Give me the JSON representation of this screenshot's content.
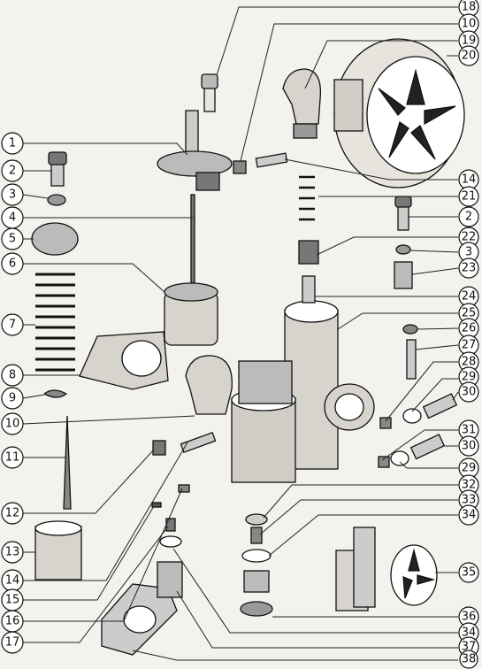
{
  "diagram": {
    "callouts": [
      {
        "id": "c18-top",
        "text": "18"
      },
      {
        "id": "c10-top",
        "text": "10"
      },
      {
        "id": "c19",
        "text": "19"
      },
      {
        "id": "c20",
        "text": "20"
      },
      {
        "id": "c1",
        "text": "1"
      },
      {
        "id": "c2-left",
        "text": "2"
      },
      {
        "id": "c3-left",
        "text": "3"
      },
      {
        "id": "c4",
        "text": "4"
      },
      {
        "id": "c5",
        "text": "5"
      },
      {
        "id": "c6",
        "text": "6"
      },
      {
        "id": "c7",
        "text": "7"
      },
      {
        "id": "c8",
        "text": "8"
      },
      {
        "id": "c9",
        "text": "9"
      },
      {
        "id": "c10-left",
        "text": "10"
      },
      {
        "id": "c11",
        "text": "11"
      },
      {
        "id": "c12",
        "text": "12"
      },
      {
        "id": "c13",
        "text": "13"
      },
      {
        "id": "c14-left",
        "text": "14"
      },
      {
        "id": "c15",
        "text": "15"
      },
      {
        "id": "c16",
        "text": "16"
      },
      {
        "id": "c17",
        "text": "17"
      },
      {
        "id": "c14-right",
        "text": "14"
      },
      {
        "id": "c21",
        "text": "21"
      },
      {
        "id": "c2-right",
        "text": "2"
      },
      {
        "id": "c22",
        "text": "22"
      },
      {
        "id": "c3-right",
        "text": "3"
      },
      {
        "id": "c23",
        "text": "23"
      },
      {
        "id": "c24",
        "text": "24"
      },
      {
        "id": "c25",
        "text": "25"
      },
      {
        "id": "c26",
        "text": "26"
      },
      {
        "id": "c27",
        "text": "27"
      },
      {
        "id": "c28",
        "text": "28"
      },
      {
        "id": "c29-a",
        "text": "29"
      },
      {
        "id": "c30-a",
        "text": "30"
      },
      {
        "id": "c31",
        "text": "31"
      },
      {
        "id": "c30-b",
        "text": "30"
      },
      {
        "id": "c29-b",
        "text": "29"
      },
      {
        "id": "c32",
        "text": "32"
      },
      {
        "id": "c33",
        "text": "33"
      },
      {
        "id": "c34-a",
        "text": "34"
      },
      {
        "id": "c35",
        "text": "35"
      },
      {
        "id": "c36",
        "text": "36"
      },
      {
        "id": "c34-b",
        "text": "34"
      },
      {
        "id": "c37",
        "text": "37"
      },
      {
        "id": "c38",
        "text": "38"
      }
    ]
  }
}
